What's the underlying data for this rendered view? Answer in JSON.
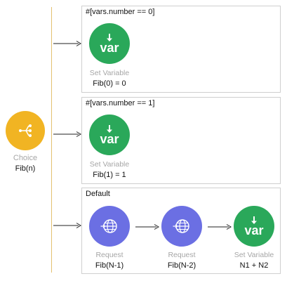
{
  "choice": {
    "type_label": "Choice",
    "name": "Fib(n)",
    "icon": "choice-branch-icon",
    "color": "#f1b423"
  },
  "routes": [
    {
      "header": "#[vars.number == 0]",
      "steps": [
        {
          "type_label": "Set Variable",
          "name": "Fib(0) = 0",
          "icon": "var-icon",
          "color": "#2aa85a"
        }
      ]
    },
    {
      "header": "#[vars.number == 1]",
      "steps": [
        {
          "type_label": "Set Variable",
          "name": "Fib(1) = 1",
          "icon": "var-icon",
          "color": "#2aa85a"
        }
      ]
    },
    {
      "header": "Default",
      "steps": [
        {
          "type_label": "Request",
          "name": "Fib(N-1)",
          "icon": "globe-request-icon",
          "color": "#6b6fe3"
        },
        {
          "type_label": "Request",
          "name": "Fib(N-2)",
          "icon": "globe-request-icon",
          "color": "#6b6fe3"
        },
        {
          "type_label": "Set Variable",
          "name": "N1 + N2",
          "icon": "var-icon",
          "color": "#2aa85a"
        }
      ]
    }
  ],
  "var_glyph": "var"
}
